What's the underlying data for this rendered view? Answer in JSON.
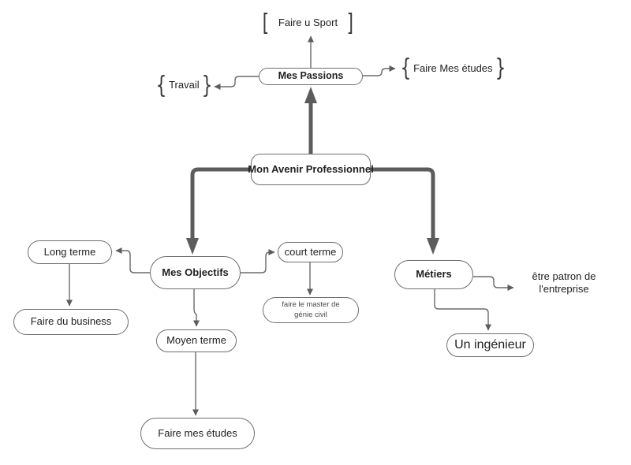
{
  "diagram": {
    "title": "Mon Avenir Professionnel",
    "colors": {
      "background": "#ffffff",
      "node_border": "#6e6e6e",
      "thin_edge": "#6a6a6a",
      "thick_edge": "#5c5c5c",
      "text": "#1f1f1f"
    },
    "shapes": {
      "bracket_square_open": "[",
      "bracket_square_close": "]",
      "bracket_curly_open": "{",
      "bracket_curly_close": "}"
    },
    "nodes": {
      "mon_avenir": "Mon Avenir Professionnel",
      "mes_passions": "Mes Passions",
      "faire_u_sport": "Faire u Sport",
      "travail": "Travail",
      "faire_mes_etudes_top": "Faire Mes études",
      "mes_objectifs": "Mes Objectifs",
      "long_terme": "Long terme",
      "court_terme": "court terme",
      "faire_du_business": "Faire du business",
      "moyen_terme": "Moyen terme",
      "master_genie_civil": "faire le master de génie civil",
      "faire_mes_etudes_bottom": "Faire mes études",
      "metiers": "Métiers",
      "etre_patron": "être patron de l'entreprise",
      "un_ingenieur": "Un ingénieur"
    },
    "edges": [
      {
        "from": "mon_avenir",
        "to": "mes_passions",
        "style": "thick"
      },
      {
        "from": "mon_avenir",
        "to": "mes_objectifs",
        "style": "thick"
      },
      {
        "from": "mon_avenir",
        "to": "metiers",
        "style": "thick"
      },
      {
        "from": "mes_passions",
        "to": "faire_u_sport",
        "style": "thin"
      },
      {
        "from": "mes_passions",
        "to": "travail",
        "style": "thin"
      },
      {
        "from": "mes_passions",
        "to": "faire_mes_etudes_top",
        "style": "thin"
      },
      {
        "from": "mes_objectifs",
        "to": "long_terme",
        "style": "thin"
      },
      {
        "from": "mes_objectifs",
        "to": "court_terme",
        "style": "thin"
      },
      {
        "from": "mes_objectifs",
        "to": "moyen_terme",
        "style": "thin"
      },
      {
        "from": "long_terme",
        "to": "faire_du_business",
        "style": "thin"
      },
      {
        "from": "court_terme",
        "to": "master_genie_civil",
        "style": "thin"
      },
      {
        "from": "moyen_terme",
        "to": "faire_mes_etudes_bottom",
        "style": "thin"
      },
      {
        "from": "metiers",
        "to": "etre_patron",
        "style": "thin"
      },
      {
        "from": "metiers",
        "to": "un_ingenieur",
        "style": "thin"
      }
    ]
  }
}
